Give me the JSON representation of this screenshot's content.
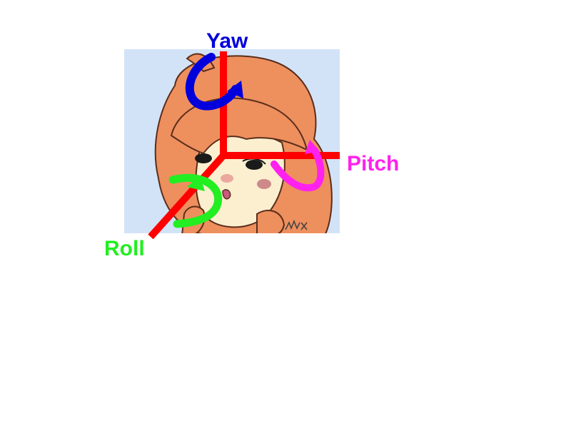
{
  "axes": {
    "yaw": {
      "label": "Yaw",
      "color": "#0000dd"
    },
    "pitch": {
      "label": "Pitch",
      "color": "#ff22ee"
    },
    "roll": {
      "label": "Roll",
      "color": "#22ee22"
    }
  },
  "axis_line_color": "#ff0000",
  "illustration": {
    "background_color": "#d3e3f7",
    "hair_color": "#ee8f5e",
    "skin_color": "#fbefcf",
    "signature": "JWX"
  }
}
